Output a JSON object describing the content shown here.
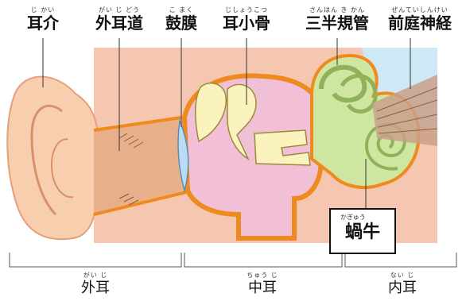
{
  "labels": {
    "pinna": {
      "ruby": "じ かい",
      "text": "耳介"
    },
    "ear_canal": {
      "ruby": "がい じ どう",
      "text": "外耳道"
    },
    "eardrum": {
      "ruby": "こ まく",
      "text": "鼓膜"
    },
    "ossicles": {
      "ruby": "じしょうこつ",
      "text": "耳小骨"
    },
    "semicircular_canals": {
      "ruby": "さんはん き かん",
      "text": "三半規管"
    },
    "vestibular_nerve": {
      "ruby": "ぜんていしんけい",
      "text": "前庭神経"
    },
    "cochlea": {
      "ruby": "かぎゅう",
      "text": "蝸牛"
    }
  },
  "sections": {
    "outer": {
      "ruby": "がい じ",
      "text": "外耳"
    },
    "middle": {
      "ruby": "ちゅう じ",
      "text": "中耳"
    },
    "inner": {
      "ruby": "ない じ",
      "text": "内耳"
    }
  },
  "colors": {
    "background_panel": "#f6c7b0",
    "outline_orange": "#ee8a1e",
    "middle_ear_pink": "#f2c0d6",
    "inner_ear_green": "#cfe6a0",
    "ossicle_cream": "#fbf3bd",
    "ear_skin": "#f8cfae",
    "canal_skin": "#e8b08a",
    "eardrum_blue": "#b9dcf2",
    "nerve_brown": "#c9a089",
    "inner_blue": "#cfe8f6"
  }
}
